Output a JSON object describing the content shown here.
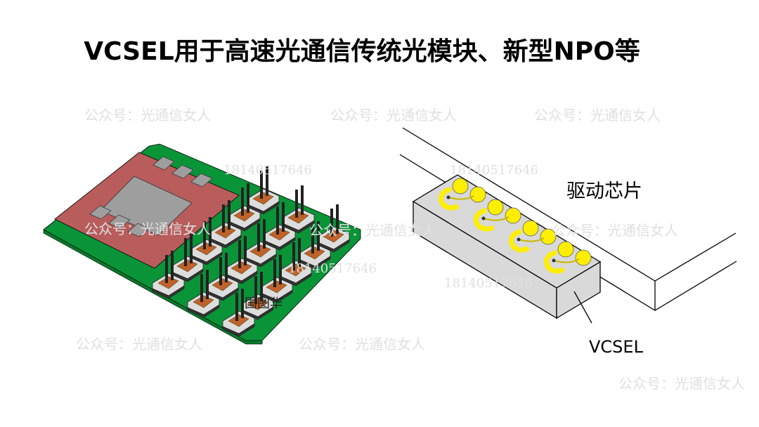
{
  "title": "VCSEL用于高速光通信传统光模块、新型NPO等",
  "labels": {
    "driver_chip": "驱动芯片",
    "vcsel": "VCSEL",
    "overlay": "国图华"
  },
  "watermarks": {
    "account": "公众号：光通信女人",
    "phone": "18140517646"
  },
  "colors": {
    "pcb_green": "#0a9438",
    "pad_pink": "#b85c5c",
    "chip_gray": "#9e9e9e",
    "contact_orange": "#c0622a",
    "pad_yellow": "#ffee00",
    "vcsel_gray": "#d9d9d9"
  }
}
